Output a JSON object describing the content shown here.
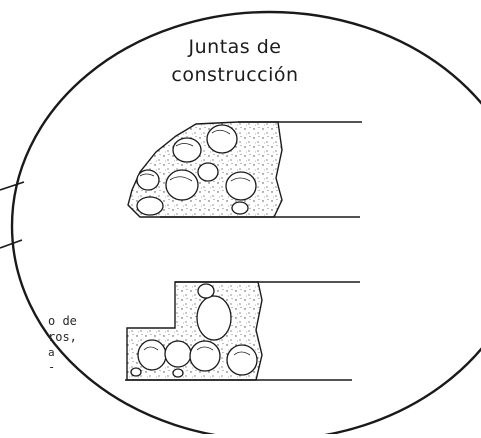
{
  "title": {
    "line1": "Juntas de",
    "line2": "construcción"
  },
  "side_text": {
    "line1": "o de",
    "line2": "ros,",
    "line3": "a",
    "line4": "-"
  }
}
